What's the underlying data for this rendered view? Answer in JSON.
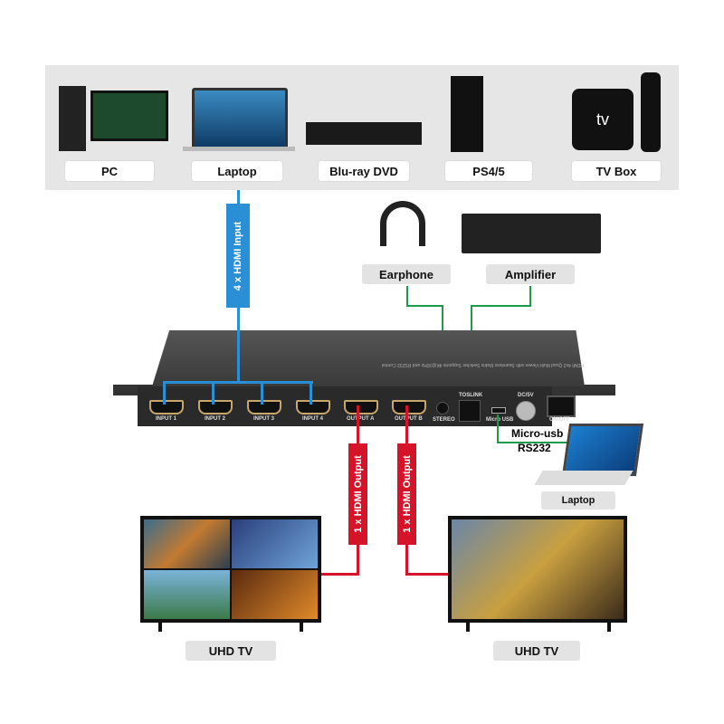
{
  "sources": [
    {
      "label": "PC"
    },
    {
      "label": "Laptop"
    },
    {
      "label": "Blu-ray DVD"
    },
    {
      "label": "PS4/5"
    },
    {
      "label": "TV Box"
    }
  ],
  "audio": [
    {
      "label": "Earphone"
    },
    {
      "label": "Amplifier"
    }
  ],
  "input_label": "4 x HDMI Input",
  "output_label": "1 x HDMI Output",
  "device": {
    "ports": [
      "INPUT 1",
      "INPUT 2",
      "INPUT 3",
      "INPUT 4",
      "OUTPUT A",
      "OUTPUT B"
    ],
    "stereo": "STEREO",
    "toslink": "TOSLINK",
    "dc": "DC/5V",
    "micro_usb": "Micro USB",
    "onoff": "ON/OFF",
    "top_text": "HDMI 4x2 Quad Multi-Viewer with Seamless Matrix Switcher Supports 4K@30Hz and RS232 Control"
  },
  "control": {
    "line1": "Micro-usb",
    "line2": "RS232",
    "laptop": "Laptop"
  },
  "displays": [
    {
      "label": "UHD TV"
    },
    {
      "label": "UHD TV"
    }
  ],
  "colors": {
    "blue": "#2b8fd6",
    "red": "#d5142a",
    "green": "#1f9a4a",
    "panel": "#e6e6e6"
  }
}
